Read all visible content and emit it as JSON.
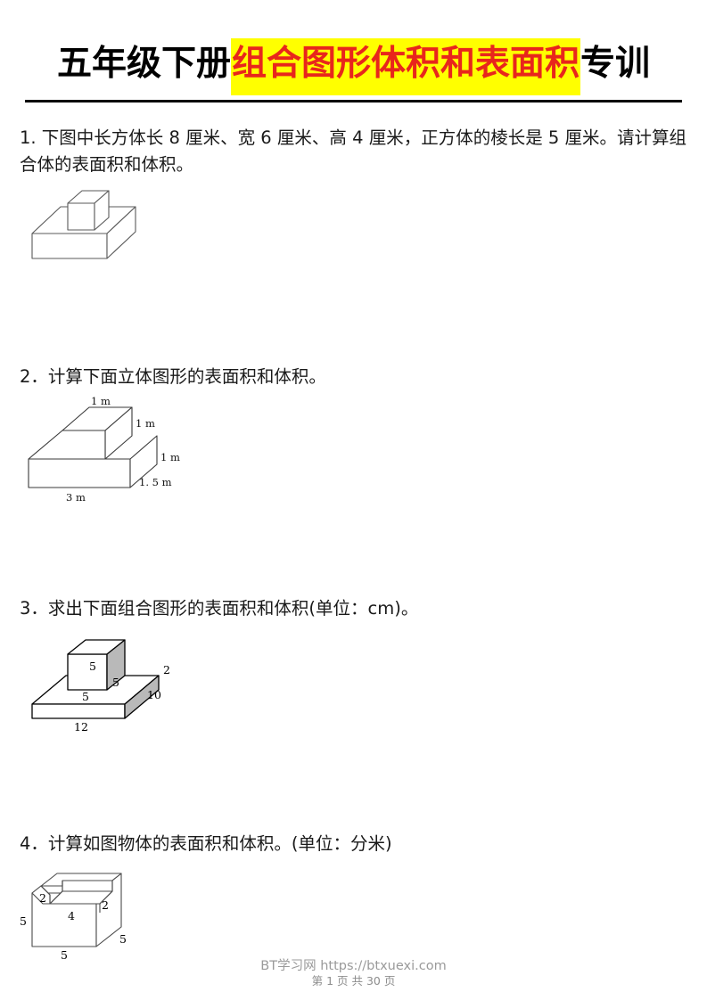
{
  "document": {
    "title_plain_prefix": "五年级下册",
    "title_highlight": "组合图形体积和表面积",
    "title_plain_suffix": "专训",
    "title_highlight_text_color": "#e8261c",
    "title_highlight_bg_color": "#ffff00"
  },
  "questions": [
    {
      "number": "1",
      "text": "1.  下图中长方体长 8 厘米、宽 6 厘米、高 4 厘米，正方体的棱长是 5 厘米。请计算组合体的表面积和体积。",
      "figure": {
        "name": "cuboid-with-cube-on-top",
        "labels": []
      }
    },
    {
      "number": "2",
      "text": "2．计算下面立体图形的表面积和体积。",
      "figure": {
        "name": "stepped-solid",
        "labels": [
          {
            "id": "top-width",
            "text": "1 m"
          },
          {
            "id": "upper-height",
            "text": "1 m"
          },
          {
            "id": "lower-height",
            "text": "1 m"
          },
          {
            "id": "depth",
            "text": "1. 5 m"
          },
          {
            "id": "base-width",
            "text": "3 m"
          }
        ]
      }
    },
    {
      "number": "3",
      "text": "3．求出下面组合图形的表面积和体积(单位：cm)。",
      "figure": {
        "name": "cube-on-slab",
        "shade_color": "#b9b9b9",
        "labels": [
          {
            "id": "cube-front-height",
            "text": "5"
          },
          {
            "id": "cube-side",
            "text": "5"
          },
          {
            "id": "cube-front-width",
            "text": "5"
          },
          {
            "id": "slab-thickness",
            "text": "2"
          },
          {
            "id": "slab-depth",
            "text": "10"
          },
          {
            "id": "slab-width",
            "text": "12"
          }
        ]
      }
    },
    {
      "number": "4",
      "text": "4．计算如图物体的表面积和体积。(单位：分米)",
      "figure": {
        "name": "cube-with-groove",
        "labels": [
          {
            "id": "groove-depth-left",
            "text": "2"
          },
          {
            "id": "groove-depth-right",
            "text": "2"
          },
          {
            "id": "groove-width",
            "text": "4"
          },
          {
            "id": "cube-left-height",
            "text": "5"
          },
          {
            "id": "cube-bottom-width",
            "text": "5"
          },
          {
            "id": "cube-right-depth",
            "text": "5"
          }
        ]
      }
    }
  ],
  "footer": {
    "site": "BT学习网 https://btxuexi.com",
    "page_indicator": "第 1 页 共 30 页"
  }
}
